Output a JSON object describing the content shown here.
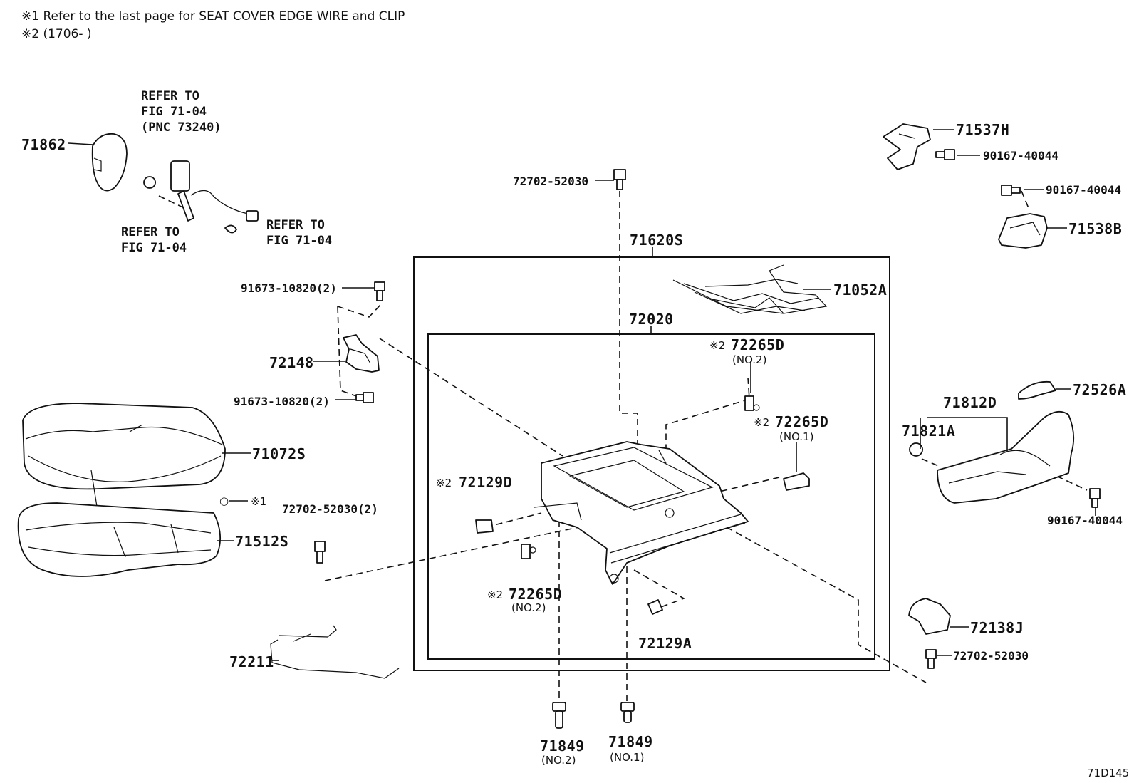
{
  "notes": {
    "note1": "※1  Refer to the last page for SEAT COVER EDGE WIRE and CLIP",
    "note2": "※2 (1706-      )"
  },
  "references": {
    "belt_ref_1": "REFER TO",
    "belt_ref_2": "FIG 71-04",
    "belt_ref_3": "(PNC 73240)",
    "bolt_ref_1": "REFER TO",
    "bolt_ref_2": "FIG 71-04",
    "conn_ref_1": "REFER TO",
    "conn_ref_2": "FIG 71-04",
    "edge_wire_note": "※1"
  },
  "parts": {
    "p71862": "71862",
    "p72702_52030_top": "72702-52030",
    "p71620S": "71620S",
    "p71052A": "71052A",
    "p72020": "72020",
    "p91673_top": "91673-10820(2)",
    "p72148": "72148",
    "p91673_bottom": "91673-10820(2)",
    "p71072S": "71072S",
    "p72702_52030_2": "72702-52030(2)",
    "p71512S": "71512S",
    "p72211": "72211",
    "p72265D_no2_top": "72265D",
    "p72265D_no2_top_sub": "(NO.2)",
    "p72265D_no1": "72265D",
    "p72265D_no1_sub": "(NO.1)",
    "p72129D": "72129D",
    "p72265D_no2_bottom": "72265D",
    "p72265D_no2_bottom_sub": "(NO.2)",
    "p72129A": "72129A",
    "p71849_no2": "71849",
    "p71849_no2_sub": "(NO.2)",
    "p71849_no1": "71849",
    "p71849_no1_sub": "(NO.1)",
    "p71537H": "71537H",
    "p90167_a": "90167-40044",
    "p90167_b": "90167-40044",
    "p71538B": "71538B",
    "p72526A": "72526A",
    "p71812D": "71812D",
    "p71821A": "71821A",
    "p90167_c": "90167-40044",
    "p72138J": "72138J",
    "p72702_52030_right": "72702-52030"
  },
  "markers": {
    "m2": "※2"
  },
  "diagram_id": "71D145"
}
